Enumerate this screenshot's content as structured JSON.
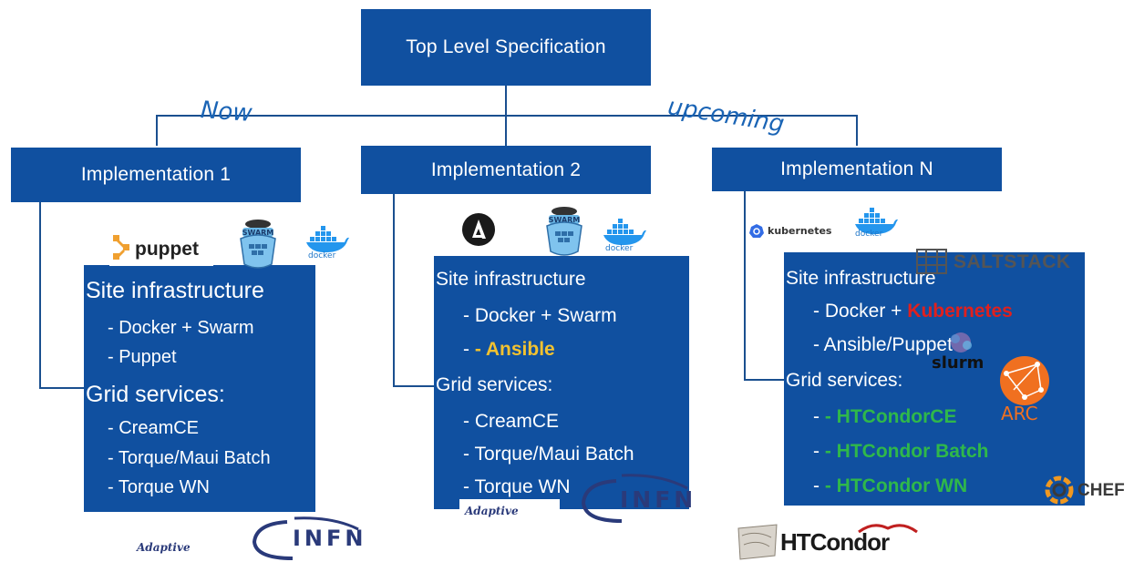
{
  "top": {
    "title": "Top Level Specification"
  },
  "annotations": {
    "now": "Now",
    "upcoming": "upcoming"
  },
  "implementations": [
    {
      "title": "Implementation 1",
      "lines": [
        "Site infrastructure",
        "- Docker + Swarm",
        "- Puppet",
        "Grid services:",
        "- CreamCE",
        "- Torque/Maui Batch",
        "- Torque WN"
      ],
      "logos": [
        "puppet",
        "swarm",
        "docker",
        "Adaptive",
        "INFN"
      ]
    },
    {
      "title": "Implementation 2",
      "lines": [
        "Site infrastructure",
        "- Docker + Swarm",
        "- Ansible",
        "Grid services:",
        "- CreamCE",
        "- Torque/Maui Batch",
        "- Torque WN"
      ],
      "logos": [
        "ansible",
        "swarm",
        "docker",
        "Adaptive",
        "INFN"
      ]
    },
    {
      "title": "Implementation N",
      "lines": [
        "Site infrastructure",
        "- Docker + ",
        "Kubernetes",
        "- Ansible/Puppet",
        "Grid services:",
        "- HTCondorCE",
        "- HTCondor Batch",
        "- HTCondor WN"
      ],
      "logos": [
        "kubernetes",
        "docker",
        "SALTSTACK",
        "slurm",
        "ARC",
        "CHEF",
        "HTCondor"
      ]
    }
  ],
  "colors": {
    "box": "#1050a0",
    "line": "#1a4f8f",
    "ansible": "#f2c230",
    "kubernetes": "#e0201e",
    "htcondor": "#2fb84a"
  }
}
